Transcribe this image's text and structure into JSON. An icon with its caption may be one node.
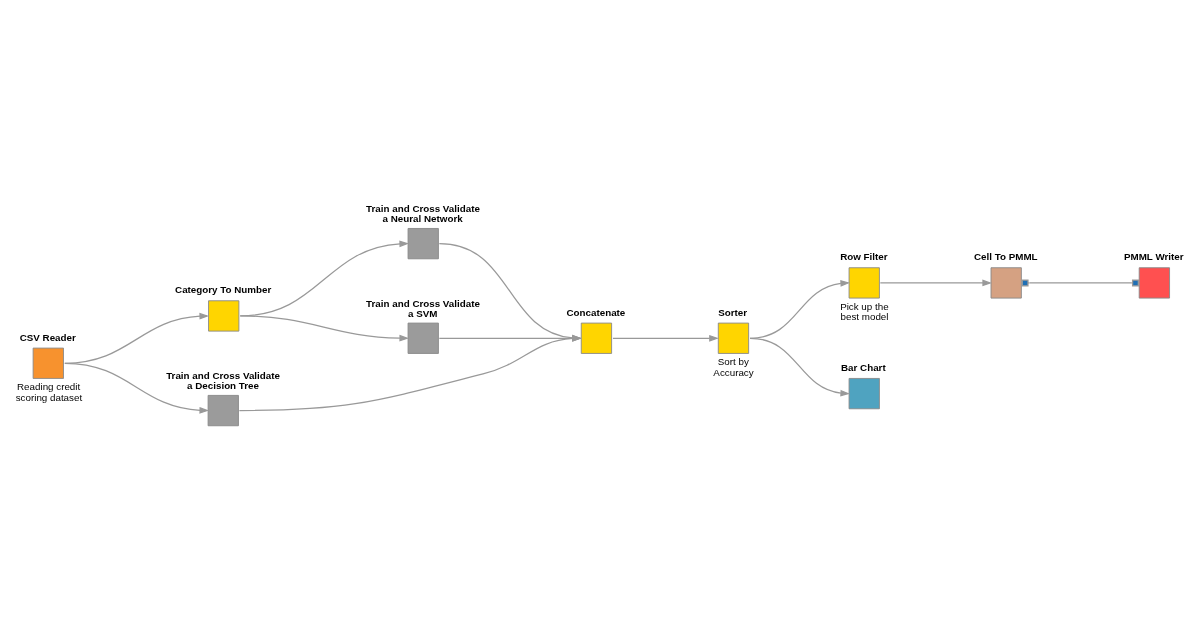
{
  "diagram": {
    "nodes": [
      {
        "text": [
          "CSV Reader"
        ],
        "beside": [
          "Reading credit scoring dataset"
        ]
      },
      {
        "text": [
          "Category To Number"
        ]
      },
      {
        "text": [
          "Train and Cross Validate a Neural Network"
        ]
      },
      {
        "text": [
          "Train and Cross Validate a SVM"
        ]
      },
      {
        "text": [
          "Train and Cross Validate a Decision Tree"
        ]
      },
      {
        "text": [
          "Concatenate"
        ]
      },
      {
        "text": [
          "Sorter"
        ],
        "beside": [
          "Sort by Accuracy"
        ]
      },
      {
        "text": [
          "Row Filter"
        ],
        "beside": [
          "Pick up the best model"
        ]
      },
      {
        "text": [
          "Cell To PMML"
        ]
      },
      {
        "text": [
          "PMML Writer"
        ]
      },
      {
        "text": [
          "Bar Chart"
        ]
      }
    ],
    "edges": [
      {
        "from": 0,
        "to": 1,
        "arrow": "to"
      },
      {
        "from": 0,
        "to": 4,
        "arrow": "to"
      },
      {
        "from": 1,
        "to": 2,
        "arrow": "to"
      },
      {
        "from": 1,
        "to": 3,
        "arrow": "to"
      },
      {
        "from": 2,
        "to": 5,
        "arrow": "to"
      },
      {
        "from": 3,
        "to": 5,
        "arrow": "to"
      },
      {
        "from": 4,
        "to": 5,
        "arrow": "to"
      },
      {
        "from": 5,
        "to": 6,
        "arrow": "to"
      },
      {
        "from": 6,
        "to": 7,
        "arrow": "to"
      },
      {
        "from": 6,
        "to": 10,
        "arrow": "to"
      },
      {
        "from": 7,
        "to": 8,
        "arrow": "to"
      },
      {
        "from": 8,
        "to": 9,
        "arrow": "other"
      }
    ]
  }
}
